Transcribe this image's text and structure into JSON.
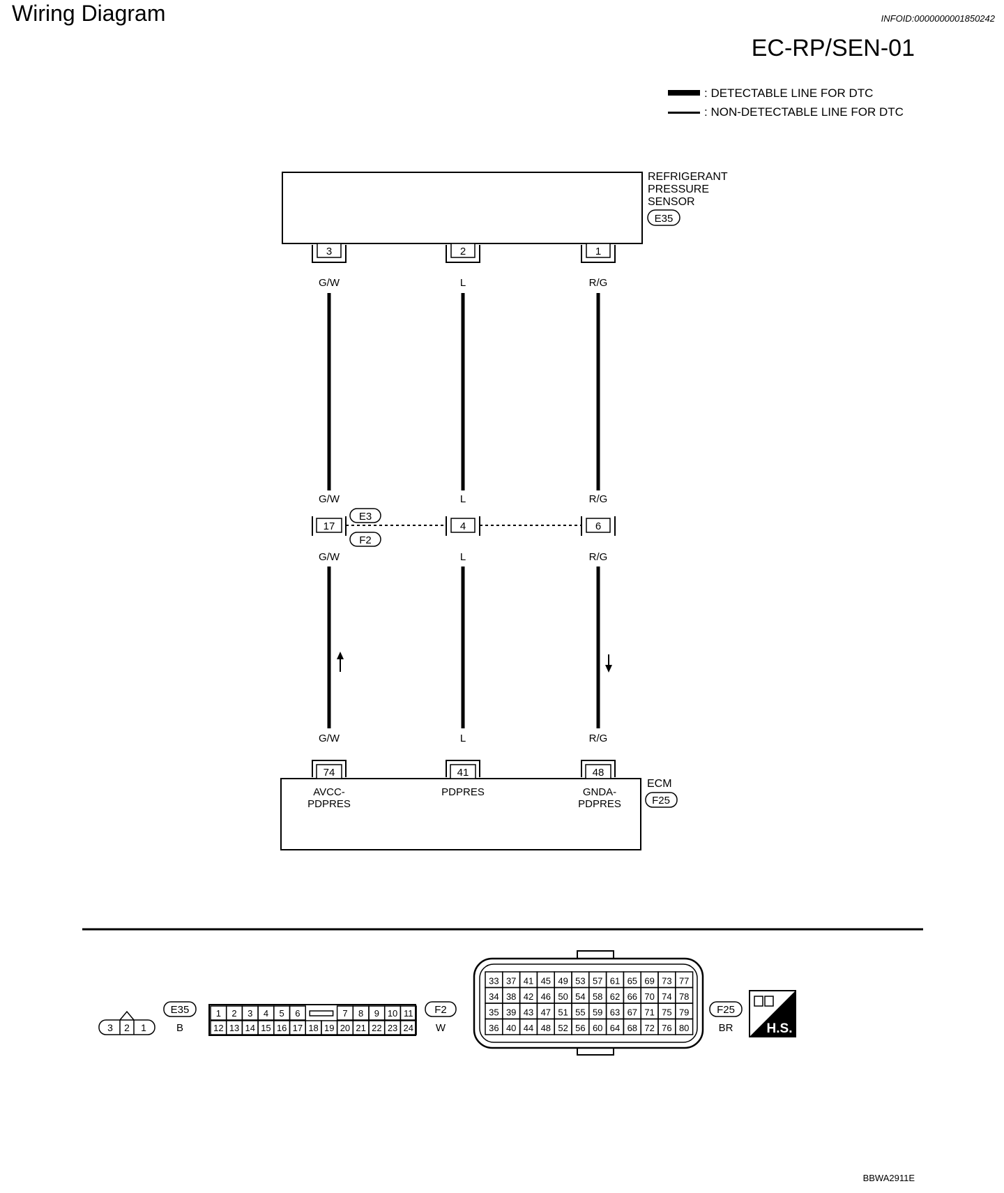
{
  "header": {
    "title": "Wiring Diagram",
    "info_id": "INFOID:0000000001850242",
    "diagram_code": "EC-RP/SEN-01",
    "footer_code": "BBWA2911E"
  },
  "legend": {
    "detectable": ": DETECTABLE LINE FOR DTC",
    "non_detectable": ": NON-DETECTABLE LINE FOR DTC"
  },
  "sensor": {
    "name_lines": [
      "REFRIGERANT",
      "PRESSURE",
      "SENSOR"
    ],
    "connector": "E35",
    "pins": [
      "3",
      "2",
      "1"
    ]
  },
  "wires": {
    "colors": [
      "G/W",
      "L",
      "R/G"
    ]
  },
  "junction": {
    "connector_top": "E3",
    "connector_bottom": "F2",
    "pins": [
      "17",
      "4",
      "6"
    ]
  },
  "ecm": {
    "name": "ECM",
    "connector": "F25",
    "pins": [
      "74",
      "41",
      "48"
    ],
    "terminal_a_lines": [
      "AVCC-",
      "PDPRES"
    ],
    "terminal_b": "PDPRES",
    "terminal_c_lines": [
      "GNDA-",
      "PDPRES"
    ]
  },
  "connector_views": {
    "e35": {
      "id": "E35",
      "color": "B",
      "pins": [
        "3",
        "2",
        "1"
      ]
    },
    "f2": {
      "id": "F2",
      "color": "W",
      "row1": [
        "1",
        "2",
        "3",
        "4",
        "5",
        "6",
        "7",
        "8",
        "9",
        "10",
        "11"
      ],
      "row2": [
        "12",
        "13",
        "14",
        "15",
        "16",
        "17",
        "18",
        "19",
        "20",
        "21",
        "22",
        "23",
        "24"
      ]
    },
    "f25": {
      "id": "F25",
      "color": "BR",
      "rows": [
        [
          "33",
          "37",
          "41",
          "45",
          "49",
          "53",
          "57",
          "61",
          "65",
          "69",
          "73",
          "77"
        ],
        [
          "34",
          "38",
          "42",
          "46",
          "50",
          "54",
          "58",
          "62",
          "66",
          "70",
          "74",
          "78"
        ],
        [
          "35",
          "39",
          "43",
          "47",
          "51",
          "55",
          "59",
          "63",
          "67",
          "71",
          "75",
          "79"
        ],
        [
          "36",
          "40",
          "44",
          "48",
          "52",
          "56",
          "60",
          "64",
          "68",
          "72",
          "76",
          "80"
        ]
      ]
    },
    "hs_label": "H.S."
  }
}
